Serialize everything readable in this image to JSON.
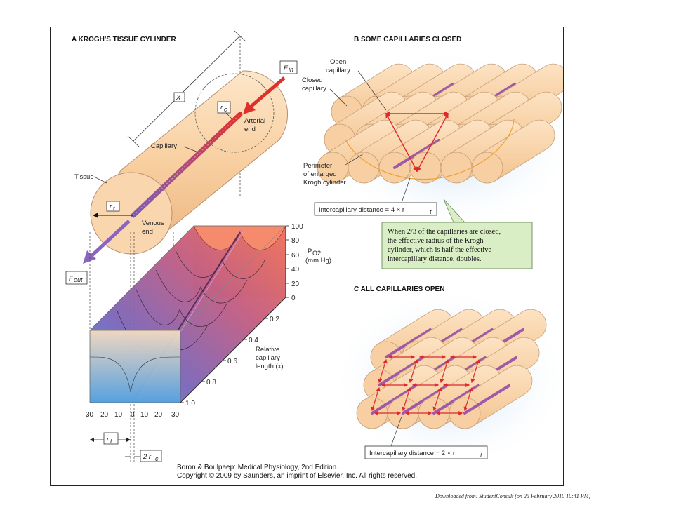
{
  "panel_a": {
    "title": "A   KROGH'S TISSUE CYLINDER",
    "x_label": "X",
    "f_in": "F",
    "f_in_sub": "in",
    "f_out": "F",
    "f_out_sub": "out",
    "rc": "r",
    "rc_sub": "c",
    "rt": "r",
    "rt_sub": "t",
    "arterial_1": "Arterial",
    "arterial_2": "end",
    "capillary": "Capillary",
    "tissue": "Tissue",
    "venous_1": "Venous",
    "venous_2": "end",
    "po2_ticks": [
      "100",
      "80",
      "60",
      "40",
      "20",
      "0"
    ],
    "po2_label_1": "P",
    "po2_label_sub": "O2",
    "po2_label_2": "(mm Hg)",
    "length_ticks": [
      "0.2",
      "0.4",
      "0.6",
      "0.8",
      "1.0"
    ],
    "rel_1": "Relative",
    "rel_2": "capillary",
    "rel_3": "length (x)",
    "radial_ticks": [
      "30",
      "20",
      "10",
      "0",
      "10",
      "20",
      "30"
    ],
    "rt_bottom": "r",
    "rt_bottom_sub": "t",
    "rc2": "2 r",
    "rc2_sub": "c"
  },
  "panel_b": {
    "title": "B   SOME CAPILLARIES CLOSED",
    "open_1": "Open",
    "open_2": "capillary",
    "closed_1": "Closed",
    "closed_2": "capillary",
    "perim_1": "Perimeter",
    "perim_2": "of enlarged",
    "perim_3": "Krogh cylinder",
    "distance": "Intercapillary distance = 4 × r",
    "distance_sub": "t",
    "note_1": "When 2/3 of the capillaries are closed,",
    "note_2": "the effective radius of the Krogh",
    "note_3": "cylinder, which is half the effective",
    "note_4": "intercapillary distance, doubles."
  },
  "panel_c": {
    "title": "C   ALL CAPILLARIES OPEN",
    "distance": "Intercapillary distance = 2 × r",
    "distance_sub": "t"
  },
  "credit": {
    "line1": "Boron & Boulpaep: Medical Physiology, 2nd Edition.",
    "line2": "Copyright © 2009 by Saunders, an imprint of Elsevier, Inc. All rights reserved."
  },
  "download": "Downloaded from: StudentConsult (on 25 February 2010 10:41 PM)",
  "colors": {
    "tissue": "#f8d2a8",
    "tissue_edge": "#b79070",
    "capillary_red": "#d8352b",
    "capillary_purple": "#7d5aa8",
    "arrow_red": "#e0272b",
    "note_bg": "#d9eec5"
  }
}
